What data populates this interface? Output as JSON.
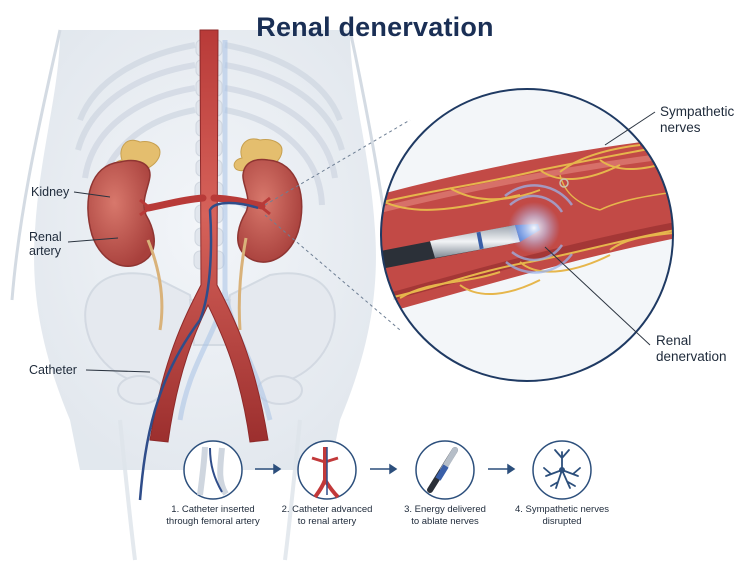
{
  "title": "Renal denervation",
  "labels": {
    "kidney": "Kidney",
    "renal_artery_1": "Renal",
    "renal_artery_2": "artery",
    "catheter": "Catheter",
    "sympathetic_1": "Sympathetic",
    "sympathetic_2": "nerves",
    "denervation_1": "Renal",
    "denervation_2": "denervation"
  },
  "steps": [
    {
      "line1": "1. Catheter inserted",
      "line2": "through femoral artery",
      "icon": "femoral-artery-icon"
    },
    {
      "line1": "2. Catheter advanced",
      "line2": "to renal artery",
      "icon": "renal-artery-icon"
    },
    {
      "line1": "3. Energy delivered",
      "line2": "to ablate nerves",
      "icon": "catheter-tip-icon"
    },
    {
      "line1": "4. Sympathetic nerves",
      "line2": "disrupted",
      "icon": "nerve-cell-icon"
    }
  ],
  "colors": {
    "title": "#1a2f55",
    "artery": "#c2393a",
    "kidney": "#c2544c",
    "adrenal": "#e4be6e",
    "nerve": "#e6b64c",
    "catheter": "#2f4d8a",
    "step_ring": "#2c4f7c"
  }
}
